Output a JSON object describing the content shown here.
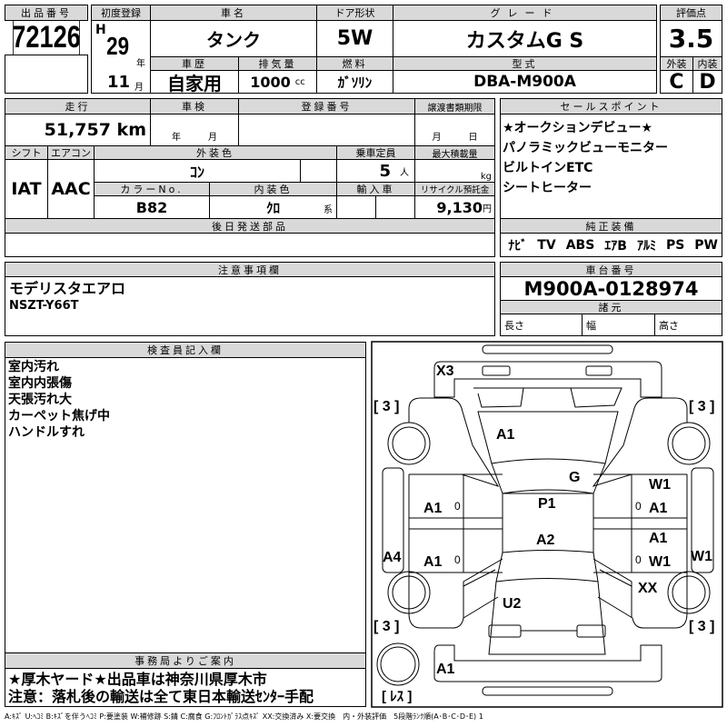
{
  "lot": {
    "label": "出品番号",
    "value": "72126"
  },
  "first_reg": {
    "label": "初度登録",
    "era": "H",
    "year": "29",
    "year_unit": "年",
    "month": "11",
    "month_unit": "月"
  },
  "car_name": {
    "label": "車名",
    "value": "タンク"
  },
  "door": {
    "label": "ドア形状",
    "value": "5W"
  },
  "grade": {
    "label": "グレード",
    "value": "カスタムG S"
  },
  "history": {
    "label": "車歴",
    "value": "自家用"
  },
  "displacement": {
    "label": "排気量",
    "value": "1000",
    "unit": "cc"
  },
  "fuel": {
    "label": "燃料",
    "value": "ｶﾞｿﾘﾝ"
  },
  "model": {
    "label": "型式",
    "value": "DBA-M900A"
  },
  "score": {
    "label": "評価点",
    "value": "3.5",
    "ext_label": "外装",
    "int_label": "内装",
    "ext": "C",
    "int": "D"
  },
  "mileage": {
    "label": "走行",
    "value": "51,757 km"
  },
  "inspection": {
    "label": "車検",
    "year_unit": "年",
    "month_unit": "月"
  },
  "reg_no": {
    "label": "登録番号"
  },
  "transfer": {
    "label": "譲渡書類期限",
    "month_unit": "月",
    "day_unit": "日"
  },
  "shift": {
    "label": "シフト",
    "value": "IAT"
  },
  "aircon": {
    "label": "エアコン",
    "value": "AAC"
  },
  "ext_color": {
    "label": "外装色",
    "value": "ｺﾝ"
  },
  "capacity": {
    "label": "乗車定員",
    "value": "5",
    "unit": "人"
  },
  "max_load": {
    "label": "最大積載量",
    "unit": "kg"
  },
  "color_no": {
    "label": "カラーNo.",
    "value": "B82"
  },
  "int_color": {
    "label": "内装色",
    "value": "ｸﾛ",
    "suffix": "系"
  },
  "import": {
    "label": "輸入車"
  },
  "recycle": {
    "label": "リサイクル預託金",
    "value": "9,130",
    "unit": "円"
  },
  "later_parts": {
    "label": "後日発送部品"
  },
  "sales_points": {
    "label": "セールスポイント",
    "items": [
      "★オークションデビュー★",
      "パノラミックビューモニター",
      "ビルトインETC",
      "シートヒーター"
    ]
  },
  "equipment": {
    "label": "純正装備",
    "items": [
      "ﾅﾋﾞ",
      "TV",
      "ABS",
      "ｴｱB",
      "ｱﾙﾐ",
      "PS",
      "PW"
    ]
  },
  "notes": {
    "label": "注意事項欄",
    "lines": [
      "モデリスタエアロ",
      "NSZT-Y66T"
    ]
  },
  "chassis": {
    "label": "車台番号",
    "value": "M900A-0128974",
    "spec_label": "諸元",
    "length": "長さ",
    "width": "幅",
    "height": "高さ"
  },
  "inspector": {
    "label": "検査員記入欄",
    "lines": [
      "室内汚れ",
      "室内内張傷",
      "天張汚れ大",
      "カーペット焦げ中",
      "ハンドルすれ"
    ]
  },
  "office": {
    "label": "事務局よりご案内",
    "lines": [
      "★厚木ヤード★出品車は神奈川県厚木市",
      "注意：落札後の輸送は全て東日本輸送ｾﾝﾀｰ手配"
    ]
  },
  "diagram": {
    "marks": [
      "X3",
      "[ 3 ]",
      "[ 3 ]",
      "A1",
      "G",
      "A1",
      "0",
      "P1",
      "W1",
      "0",
      "A1",
      "A1",
      "A2",
      "A4",
      "A1",
      "0",
      "0",
      "W1",
      "W1",
      "XX",
      "U2",
      "[ 3 ]",
      "[ 3 ]",
      "A1",
      "[ ﾚｽ ]"
    ]
  },
  "legend": "A:ｷｽﾞ U:ﾍｺﾐ B:ｷｽﾞを伴うﾍｺﾐ P:要塗装 W:補修跡 S:錆 C:腐食 G:ﾌﾛﾝﾄｶﾞﾗｽ点ｷｽﾞ XX:交換済み X:要交換　内・外装評価　5段階ﾗﾝｸ順(A･B･C･D･E) 1"
}
